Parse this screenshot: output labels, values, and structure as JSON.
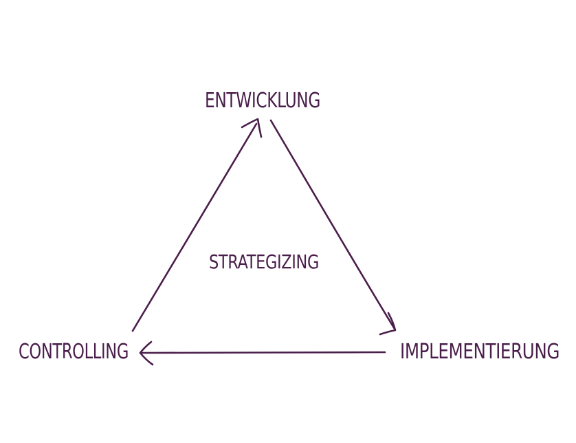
{
  "colors": {
    "ink": "#4a1e4b",
    "background": "#ffffff"
  },
  "nodes": {
    "top": "ENTWICKLUNG",
    "right": "IMPLEMENTIERUNG",
    "left": "CONTROLLING",
    "center": "STRATEGIZING"
  },
  "edges": [
    {
      "from": "top",
      "to": "right",
      "arrow": "right"
    },
    {
      "from": "right",
      "to": "left",
      "arrow": "left"
    },
    {
      "from": "left",
      "to": "top",
      "arrow": "top"
    }
  ]
}
